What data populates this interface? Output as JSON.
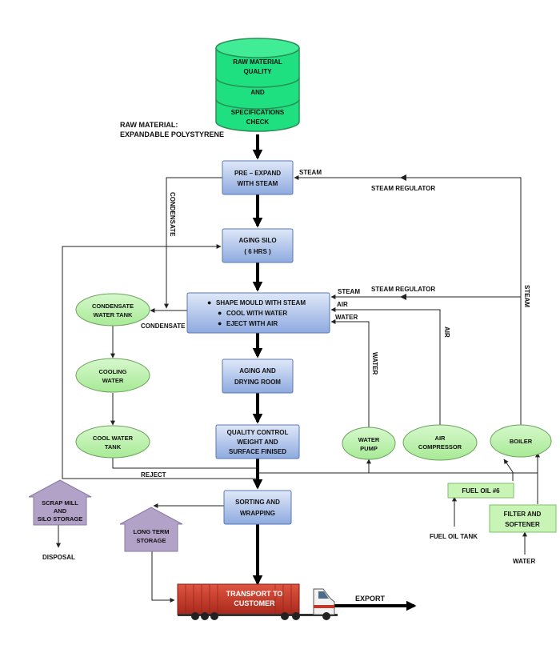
{
  "colors": {
    "process_box": "#a9bfe6",
    "process_box_dark": "#6f8dc8",
    "oval": "#b7f0a8",
    "cylinder": "#1ee081",
    "house": "#b3a2c7",
    "fuel_box": "#c8f5b6",
    "container": "#d23a2a"
  },
  "cylinder": {
    "lines": [
      "RAW MATERIAL",
      "QUALITY",
      "AND",
      "SPECIFICATIONS",
      "CHECK"
    ]
  },
  "raw_material": {
    "lines": [
      "RAW MATERIAL:",
      "EXPANDABLE POLYSTYRENE"
    ]
  },
  "process": {
    "preexpand": [
      "PRE – EXPAND",
      "WITH STEAM"
    ],
    "aging_silo": [
      "AGING SILO",
      "( 6 HRS )"
    ],
    "shape_mould": [
      "SHAPE MOULD WITH STEAM",
      "COOL WITH WATER",
      "EJECT WITH AIR"
    ],
    "aging_drying": [
      "AGING AND",
      "DRYING ROOM"
    ],
    "quality": [
      "QUALITY CONTROL",
      "WEIGHT AND",
      "SURFACE FINISED"
    ],
    "sorting": [
      "SORTING AND",
      "WRAPPING"
    ]
  },
  "ovals": {
    "condensate_tank": [
      "CONDENSATE",
      "WATER TANK"
    ],
    "cooling_water": [
      "COOLING",
      "WATER"
    ],
    "cool_water_tank": [
      "COOL WATER",
      "TANK"
    ],
    "water_pump": [
      "WATER",
      "PUMP"
    ],
    "air_compressor": [
      "AIR",
      "COMPRESSOR"
    ],
    "boiler": [
      "BOILER"
    ]
  },
  "houses": {
    "scrap": [
      "SCRAP MILL",
      "AND",
      "SILO STORAGE"
    ],
    "long_term": [
      "LONG TERM",
      "STORAGE"
    ]
  },
  "fuel_oil": "FUEL OIL #6",
  "filter": [
    "FILTER AND",
    "SOFTENER"
  ],
  "truck_label": [
    "TRANSPORT TO",
    "CUSTOMER"
  ],
  "labels": {
    "steam_top": "STEAM",
    "steam_regulator_top": "STEAM REGULATOR",
    "condensate_vertical": "CONDENSATE",
    "steam_mid": "STEAM",
    "steam_regulator_mid": "STEAM REGULATOR",
    "steam_right": "STEAM",
    "air_in": "AIR",
    "water_in": "WATER",
    "air_vertical": "AIR",
    "water_vertical": "WATER",
    "condensate_horizontal": "CONDENSATE",
    "reject": "REJECT",
    "disposal": "DISPOSAL",
    "fuel_oil_tank": "FUEL OIL TANK",
    "water_bottom": "WATER",
    "export": "EXPORT"
  }
}
